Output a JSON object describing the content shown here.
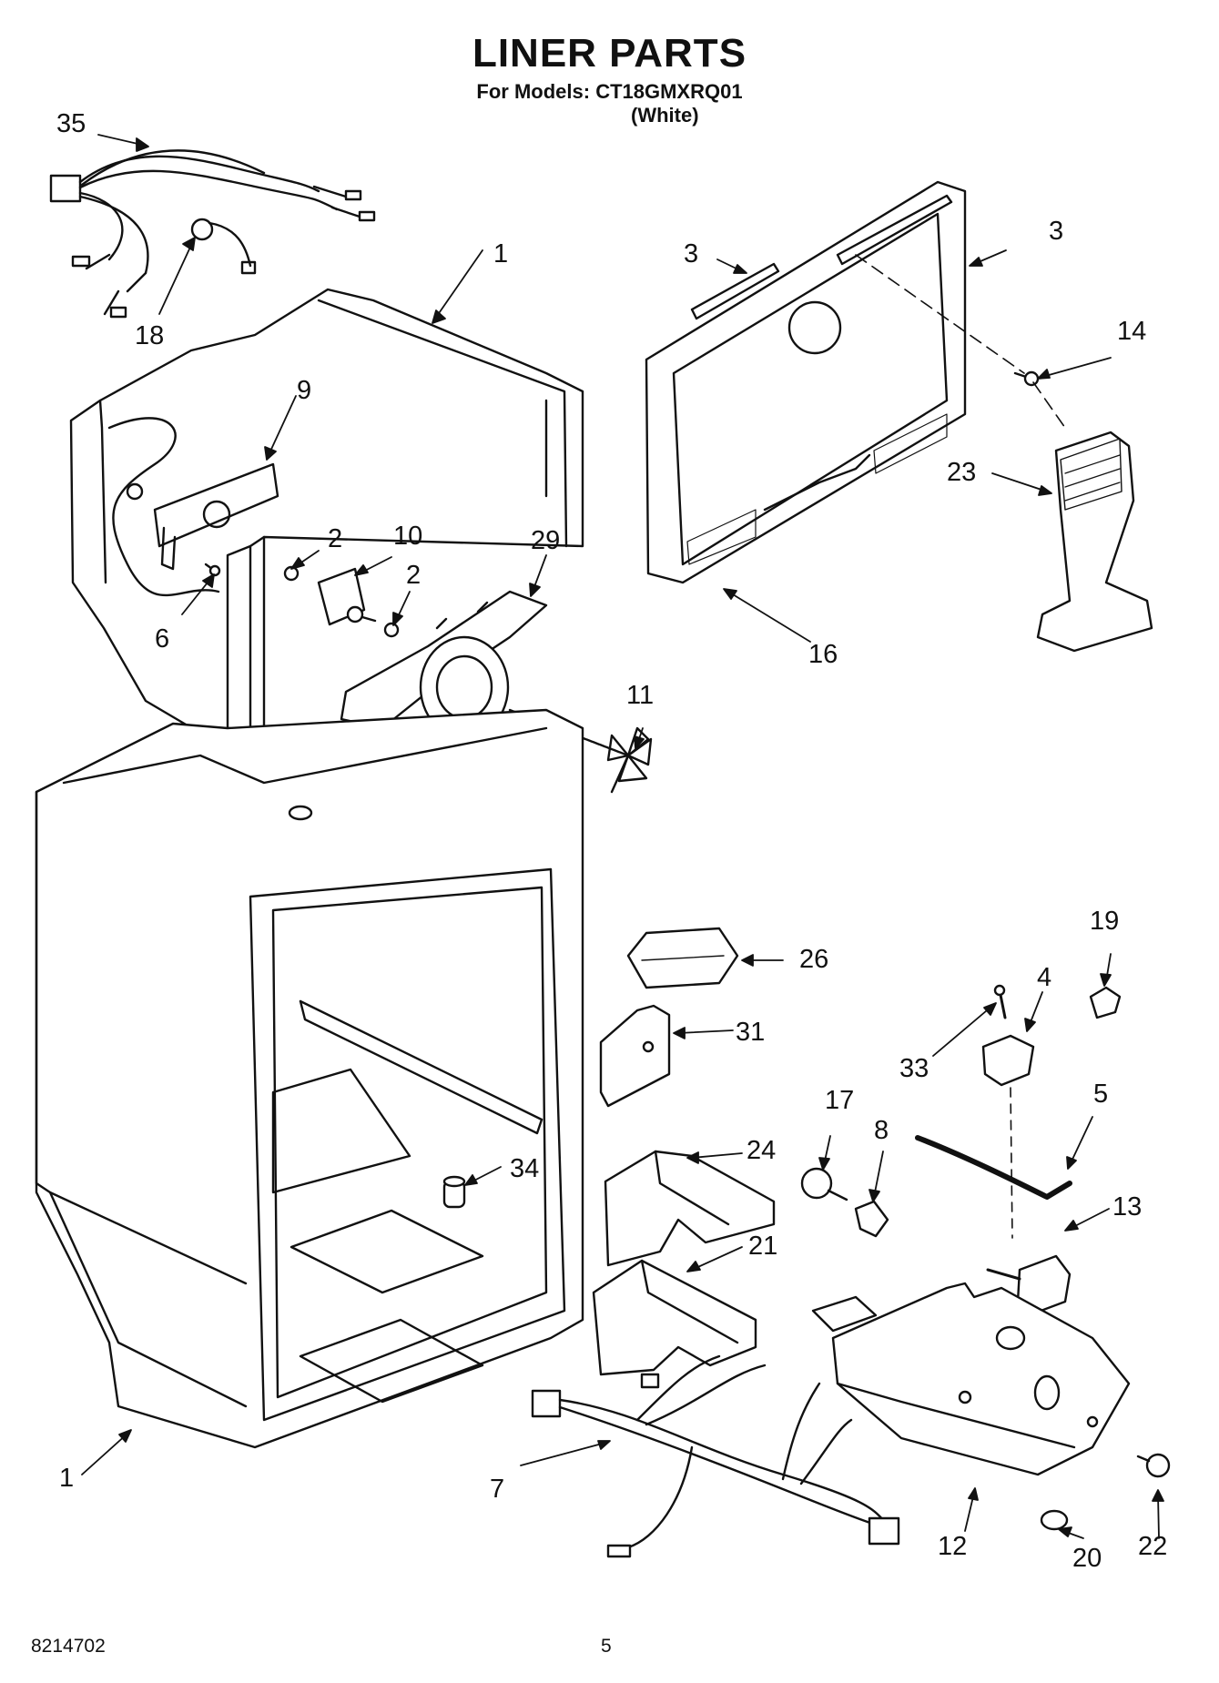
{
  "header": {
    "title": "LINER PARTS",
    "models_line": "For Models: CT18GMXRQ01",
    "variant": "(White)"
  },
  "callouts": {
    "c35": "35",
    "c18": "18",
    "c1a": "1",
    "c9": "9",
    "c2a": "2",
    "c10": "10",
    "c2b": "2",
    "c29": "29",
    "c6": "6",
    "c3a": "3",
    "c3b": "3",
    "c14": "14",
    "c23": "23",
    "c16": "16",
    "c11": "11",
    "c19": "19",
    "c26": "26",
    "c4": "4",
    "c31": "31",
    "c33": "33",
    "c5": "5",
    "c17": "17",
    "c8": "8",
    "c24": "24",
    "c34": "34",
    "c13": "13",
    "c21": "21",
    "c1b": "1",
    "c7": "7",
    "c12": "12",
    "c22": "22",
    "c20": "20"
  },
  "footer": {
    "doc_number": "8214702",
    "page_number": "5"
  }
}
